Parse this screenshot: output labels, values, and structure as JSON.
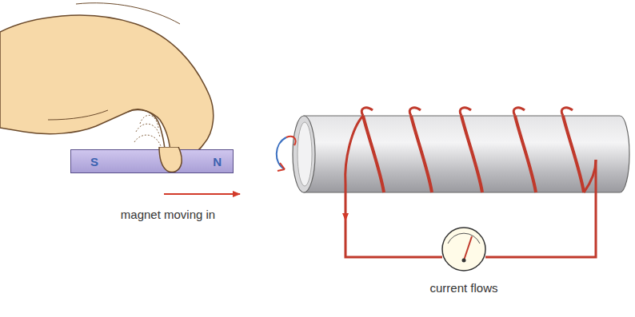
{
  "diagram": {
    "nodes": [
      {
        "text": [
          "S",
          "N"
        ]
      }
    ],
    "labels": [
      "magnet moving in",
      "current flows"
    ]
  }
}
